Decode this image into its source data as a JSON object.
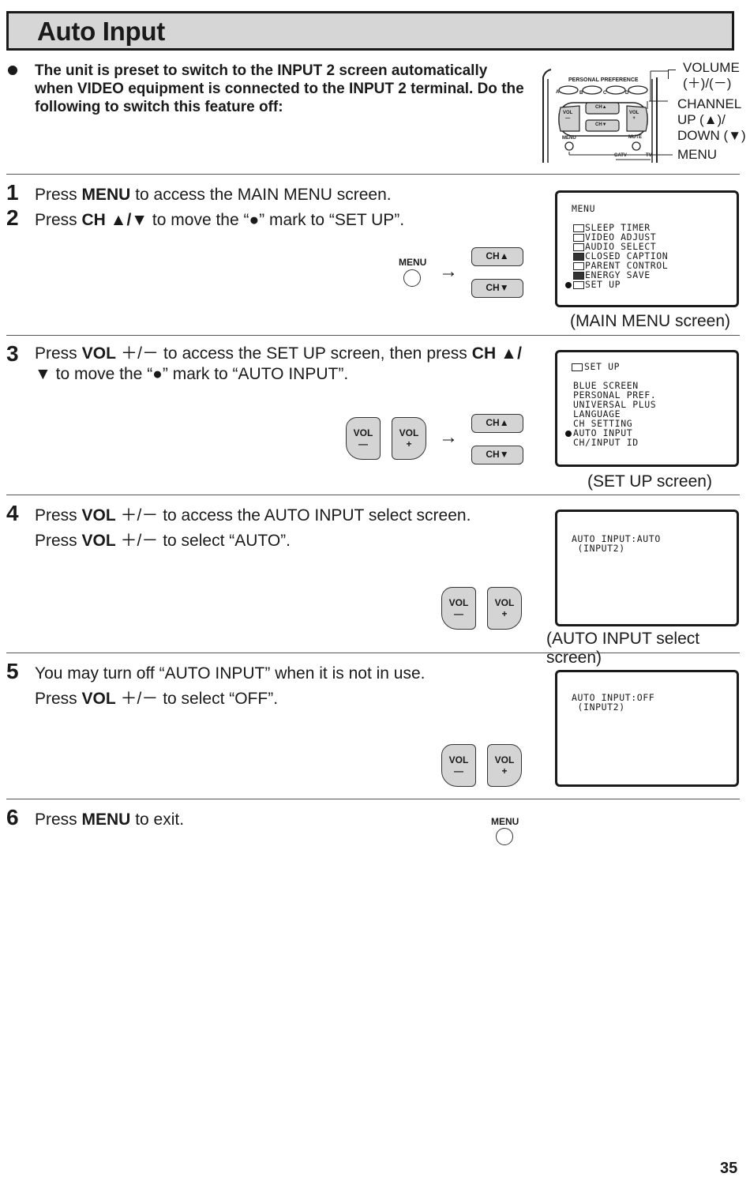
{
  "title": "Auto Input",
  "intro": "The unit is preset to switch to the INPUT 2 screen automatically when VIDEO equipment is connected to the INPUT 2 terminal. Do the following to switch this feature off:",
  "remote": {
    "personal_pref": "PERSONAL PREFERENCE",
    "a": "A",
    "b": "B",
    "c": "C",
    "d": "D",
    "vol_minus": "VOL\n—",
    "vol_plus": "VOL\n+",
    "ch_up": "CH▲",
    "ch_down": "CH▼",
    "menu": "MENU",
    "mute": "MUTE",
    "catv": "CATV",
    "tv": "TV",
    "label_volume": "VOLUME",
    "label_volume_sign": "(＋)/(－)",
    "label_channel": "CHANNEL",
    "label_up": "UP (▲)/",
    "label_down": "DOWN (▼)",
    "label_menu": "MENU"
  },
  "steps": [
    {
      "num": "1",
      "parts": [
        "Press ",
        "MENU",
        " to access the MAIN MENU screen."
      ]
    },
    {
      "num": "2",
      "parts": [
        "Press ",
        "CH ▲/▼",
        " to move the “●” mark to “SET UP”."
      ]
    },
    {
      "num": "3",
      "parts": [
        "Press ",
        "VOL",
        " ＋/－ to access the SET UP screen, then press ",
        "CH ▲/▼",
        " to move the “●” mark to “AUTO INPUT”."
      ]
    },
    {
      "num": "4",
      "line1": [
        "Press ",
        "VOL",
        " ＋/－ to access the AUTO INPUT select screen."
      ],
      "line2": [
        "Press ",
        "VOL",
        " ＋/－ to select “AUTO”."
      ]
    },
    {
      "num": "5",
      "line1": "You may turn off “AUTO INPUT” when it is not in use.",
      "line2": [
        "Press ",
        "VOL",
        " ＋/－ to select “OFF”."
      ]
    },
    {
      "num": "6",
      "parts": [
        "Press ",
        "MENU",
        " to exit."
      ]
    }
  ],
  "buttons": {
    "menu": "MENU",
    "ch_up": "CH▲",
    "ch_down": "CH▼",
    "vol_minus_top": "VOL",
    "vol_minus_bottom": "—",
    "vol_plus_top": "VOL",
    "vol_plus_bottom": "+",
    "arrow": "→"
  },
  "screens": {
    "main_menu": {
      "header": "MENU",
      "items": [
        {
          "icon": "clock-icon",
          "label": "SLEEP TIMER",
          "selected": false
        },
        {
          "icon": "video-icon",
          "label": "VIDEO ADJUST",
          "selected": false
        },
        {
          "icon": "audio-icon",
          "label": "AUDIO SELECT",
          "selected": false
        },
        {
          "icon": "cc-icon",
          "label": "CLOSED CAPTION",
          "selected": false
        },
        {
          "icon": "parent-icon",
          "label": "PARENT CONTROL",
          "selected": false
        },
        {
          "icon": "energy-icon",
          "label": "ENERGY SAVE",
          "selected": false
        },
        {
          "icon": "setup-icon",
          "label": "SET UP",
          "selected": true
        }
      ],
      "caption": "(MAIN MENU screen)"
    },
    "set_up": {
      "header": "SET UP",
      "items": [
        {
          "label": "BLUE SCREEN",
          "selected": false
        },
        {
          "label": "PERSONAL PREF.",
          "selected": false
        },
        {
          "label": "UNIVERSAL PLUS",
          "selected": false
        },
        {
          "label": "LANGUAGE",
          "selected": false
        },
        {
          "label": "CH SETTING",
          "selected": false
        },
        {
          "label": "AUTO INPUT",
          "selected": true
        },
        {
          "label": "CH/INPUT ID",
          "selected": false
        }
      ],
      "caption": "(SET UP screen)"
    },
    "auto_input_on": {
      "line1": "AUTO INPUT:AUTO",
      "line2": " (INPUT2)",
      "caption": "(AUTO INPUT select screen)"
    },
    "auto_input_off": {
      "line1": "AUTO INPUT:OFF",
      "line2": " (INPUT2)"
    }
  },
  "page_number": "35"
}
